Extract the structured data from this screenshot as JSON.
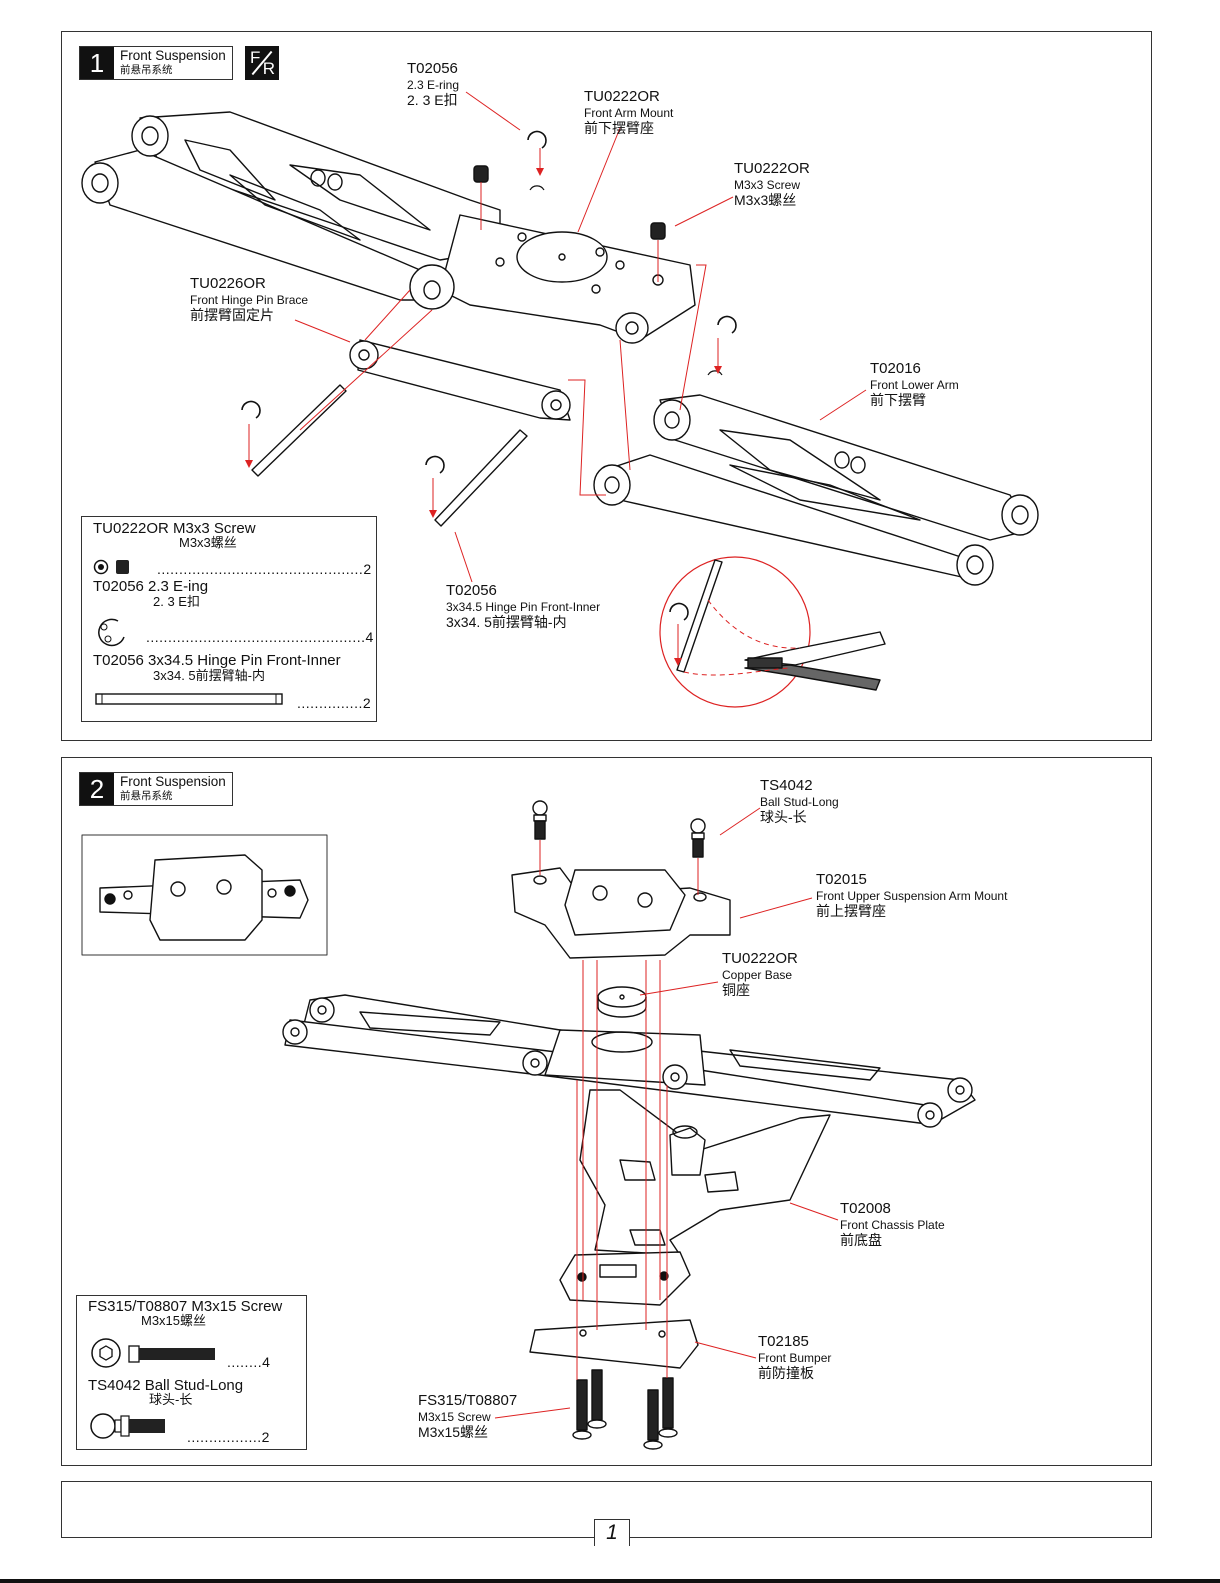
{
  "steps": [
    {
      "number": "1",
      "title_en": "Front Suspension",
      "title_cn": "前悬吊系统",
      "orientation": {
        "f": "F",
        "r": "R"
      },
      "callouts": [
        {
          "code": "T02056",
          "en": "2.3 E-ring",
          "cn": "2. 3 E扣"
        },
        {
          "code": "TU0222OR",
          "en": "Front Arm Mount",
          "cn": "前下摆臂座"
        },
        {
          "code": "TU0222OR",
          "en": "M3x3 Screw",
          "cn": "M3x3螺丝"
        },
        {
          "code": "TU0226OR",
          "en": "Front Hinge Pin Brace",
          "cn": "前摆臂固定片"
        },
        {
          "code": "T02016",
          "en": "Front Lower Arm",
          "cn": "前下摆臂"
        },
        {
          "code": "T02056",
          "en": "3x34.5 Hinge Pin Front-Inner",
          "cn": "3x34. 5前摆臂轴-内"
        }
      ],
      "parts": [
        {
          "name": "TU0222OR M3x3 Screw",
          "cn": "M3x3螺丝",
          "dots": "...............................................",
          "qty": "2"
        },
        {
          "name": "T02056 2.3 E-ing",
          "cn": "2. 3 E扣",
          "dots": "..................................................",
          "qty": "4"
        },
        {
          "name": "T02056 3x34.5 Hinge Pin Front-Inner",
          "cn": "3x34. 5前摆臂轴-内",
          "dots": "...............",
          "qty": "2"
        }
      ]
    },
    {
      "number": "2",
      "title_en": "Front Suspension",
      "title_cn": "前悬吊系统",
      "callouts": [
        {
          "code": "TS4042",
          "en": "Ball Stud-Long",
          "cn": "球头-长"
        },
        {
          "code": "T02015",
          "en": "Front Upper Suspension Arm Mount",
          "cn": "前上摆臂座"
        },
        {
          "code": "TU0222OR",
          "en": "Copper Base",
          "cn": "铜座"
        },
        {
          "code": "T02008",
          "en": "Front Chassis Plate",
          "cn": "前底盘"
        },
        {
          "code": "T02185",
          "en": "Front Bumper",
          "cn": "前防撞板"
        },
        {
          "code": "FS315/T08807",
          "en": "M3x15 Screw",
          "cn": "M3x15螺丝"
        }
      ],
      "parts": [
        {
          "name": "FS315/T08807 M3x15 Screw",
          "cn": "M3x15螺丝",
          "dots": "........",
          "qty": "4"
        },
        {
          "name": "TS4042 Ball Stud-Long",
          "cn": "球头-长",
          "dots": ".................",
          "qty": "2"
        }
      ]
    }
  ],
  "footer": {
    "page_number": "1"
  }
}
